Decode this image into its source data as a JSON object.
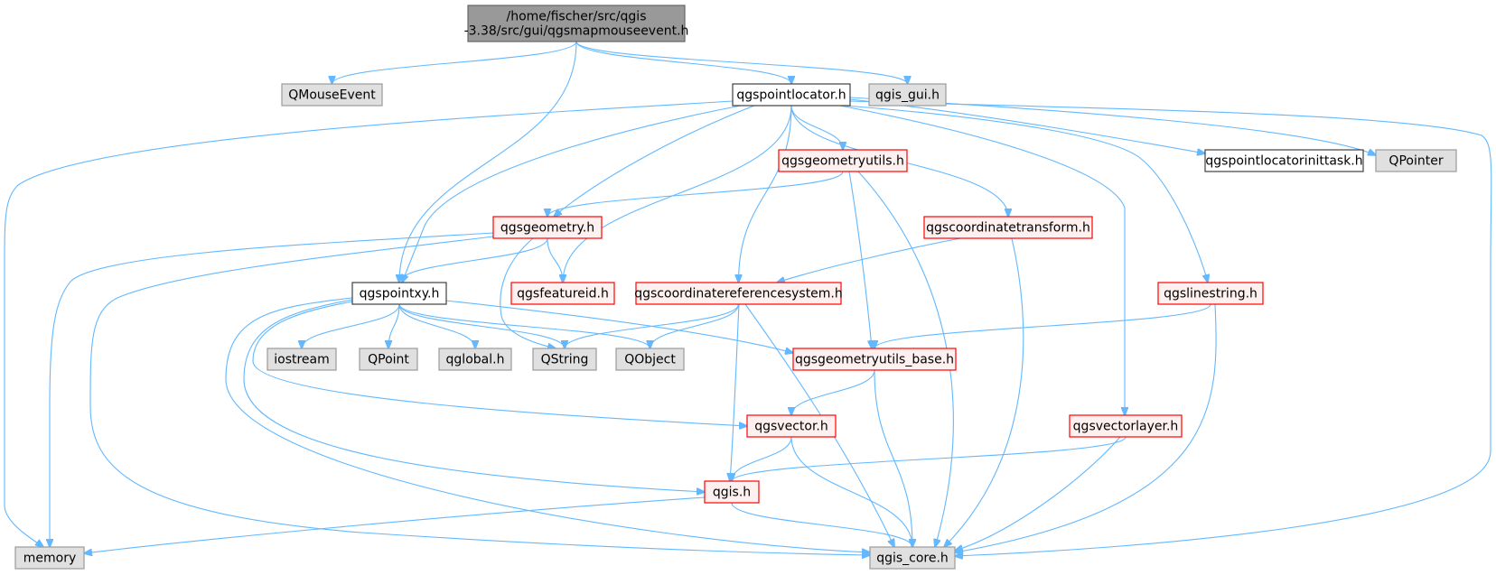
{
  "diagram": {
    "nodes": [
      {
        "id": "root",
        "lines": [
          "/home/fischer/src/qgis",
          "-3.38/src/gui/qgsmapmouseevent.h"
        ],
        "kind": "root"
      },
      {
        "id": "qmouseevent",
        "lines": [
          "QMouseEvent"
        ],
        "kind": "external"
      },
      {
        "id": "qgspointlocator",
        "lines": [
          "qgspointlocator.h"
        ],
        "kind": "internal"
      },
      {
        "id": "qgis_gui",
        "lines": [
          "qgis_gui.h"
        ],
        "kind": "external"
      },
      {
        "id": "qgsgeometryutils",
        "lines": [
          "qgsgeometryutils.h"
        ],
        "kind": "truncated"
      },
      {
        "id": "qgspointlocatorinittask",
        "lines": [
          "qgspointlocatorinittask.h"
        ],
        "kind": "internal"
      },
      {
        "id": "qpointer",
        "lines": [
          "QPointer"
        ],
        "kind": "external"
      },
      {
        "id": "qgsgeometry",
        "lines": [
          "qgsgeometry.h"
        ],
        "kind": "truncated"
      },
      {
        "id": "qgscoordinatetransform",
        "lines": [
          "qgscoordinatetransform.h"
        ],
        "kind": "truncated"
      },
      {
        "id": "qgspointxy",
        "lines": [
          "qgspointxy.h"
        ],
        "kind": "internal"
      },
      {
        "id": "qgsfeatureid",
        "lines": [
          "qgsfeatureid.h"
        ],
        "kind": "truncated"
      },
      {
        "id": "qgscoordinatereferencesystem",
        "lines": [
          "qgscoordinatereferencesystem.h"
        ],
        "kind": "truncated"
      },
      {
        "id": "qgslinestring",
        "lines": [
          "qgslinestring.h"
        ],
        "kind": "truncated"
      },
      {
        "id": "iostream",
        "lines": [
          "iostream"
        ],
        "kind": "external"
      },
      {
        "id": "qpoint",
        "lines": [
          "QPoint"
        ],
        "kind": "external"
      },
      {
        "id": "qglobal",
        "lines": [
          "qglobal.h"
        ],
        "kind": "external"
      },
      {
        "id": "qstring",
        "lines": [
          "QString"
        ],
        "kind": "external"
      },
      {
        "id": "qobject",
        "lines": [
          "QObject"
        ],
        "kind": "external"
      },
      {
        "id": "qgsgeometryutils_base",
        "lines": [
          "qgsgeometryutils_base.h"
        ],
        "kind": "truncated"
      },
      {
        "id": "qgsvector",
        "lines": [
          "qgsvector.h"
        ],
        "kind": "truncated"
      },
      {
        "id": "qgsvectorlayer",
        "lines": [
          "qgsvectorlayer.h"
        ],
        "kind": "truncated"
      },
      {
        "id": "qgis",
        "lines": [
          "qgis.h"
        ],
        "kind": "truncated"
      },
      {
        "id": "memory",
        "lines": [
          "memory"
        ],
        "kind": "external"
      },
      {
        "id": "qgis_core",
        "lines": [
          "qgis_core.h"
        ],
        "kind": "external"
      }
    ],
    "edges": [
      [
        "root",
        "qmouseevent"
      ],
      [
        "root",
        "qgspointlocator"
      ],
      [
        "root",
        "qgis_gui"
      ],
      [
        "root",
        "qgspointxy"
      ],
      [
        "qgspointlocator",
        "qgsgeometryutils"
      ],
      [
        "qgspointlocator",
        "qgspointlocatorinittask"
      ],
      [
        "qgspointlocator",
        "qpointer"
      ],
      [
        "qgspointlocator",
        "qgsgeometry"
      ],
      [
        "qgspointlocator",
        "qgscoordinatetransform"
      ],
      [
        "qgspointlocator",
        "qgspointxy"
      ],
      [
        "qgspointlocator",
        "qgsfeatureid"
      ],
      [
        "qgspointlocator",
        "qgscoordinatereferencesystem"
      ],
      [
        "qgspointlocator",
        "qgslinestring"
      ],
      [
        "qgspointlocator",
        "qgsvectorlayer"
      ],
      [
        "qgspointlocator",
        "memory"
      ],
      [
        "qgspointlocator",
        "qgis_core"
      ],
      [
        "qgsgeometryutils",
        "qgsgeometry"
      ],
      [
        "qgsgeometryutils",
        "qgsgeometryutils_base"
      ],
      [
        "qgsgeometryutils",
        "qgis_core"
      ],
      [
        "qgsgeometry",
        "qgspointxy"
      ],
      [
        "qgsgeometry",
        "qgsfeatureid"
      ],
      [
        "qgsgeometry",
        "qstring"
      ],
      [
        "qgsgeometry",
        "memory"
      ],
      [
        "qgsgeometry",
        "qgis_core"
      ],
      [
        "qgscoordinatetransform",
        "qgscoordinatereferencesystem"
      ],
      [
        "qgscoordinatetransform",
        "qgis_core"
      ],
      [
        "qgspointxy",
        "iostream"
      ],
      [
        "qgspointxy",
        "qpoint"
      ],
      [
        "qgspointxy",
        "qglobal"
      ],
      [
        "qgspointxy",
        "qstring"
      ],
      [
        "qgspointxy",
        "qobject"
      ],
      [
        "qgspointxy",
        "qgsgeometryutils_base"
      ],
      [
        "qgspointxy",
        "qgsvector"
      ],
      [
        "qgspointxy",
        "qgis"
      ],
      [
        "qgspointxy",
        "qgis_core"
      ],
      [
        "qgscoordinatereferencesystem",
        "qstring"
      ],
      [
        "qgscoordinatereferencesystem",
        "qobject"
      ],
      [
        "qgscoordinatereferencesystem",
        "qgis"
      ],
      [
        "qgscoordinatereferencesystem",
        "qgis_core"
      ],
      [
        "qgslinestring",
        "qgsgeometryutils_base"
      ],
      [
        "qgslinestring",
        "qgis_core"
      ],
      [
        "qgsgeometryutils_base",
        "qgsvector"
      ],
      [
        "qgsgeometryutils_base",
        "qgis_core"
      ],
      [
        "qgsvector",
        "qgis"
      ],
      [
        "qgsvector",
        "qgis_core"
      ],
      [
        "qgsvectorlayer",
        "qgis"
      ],
      [
        "qgsvectorlayer",
        "qgis_core"
      ],
      [
        "qgis",
        "memory"
      ],
      [
        "qgis",
        "qgis_core"
      ]
    ],
    "styles": {
      "root": {
        "fill": "#999999",
        "stroke": "#666666"
      },
      "internal": {
        "fill": "#ffffff",
        "stroke": "#404040"
      },
      "truncated": {
        "fill": "#fff0f0",
        "stroke": "#ff0000"
      },
      "external": {
        "fill": "#e0e0e0",
        "stroke": "#999999"
      },
      "edge": "#63b8ff"
    }
  }
}
